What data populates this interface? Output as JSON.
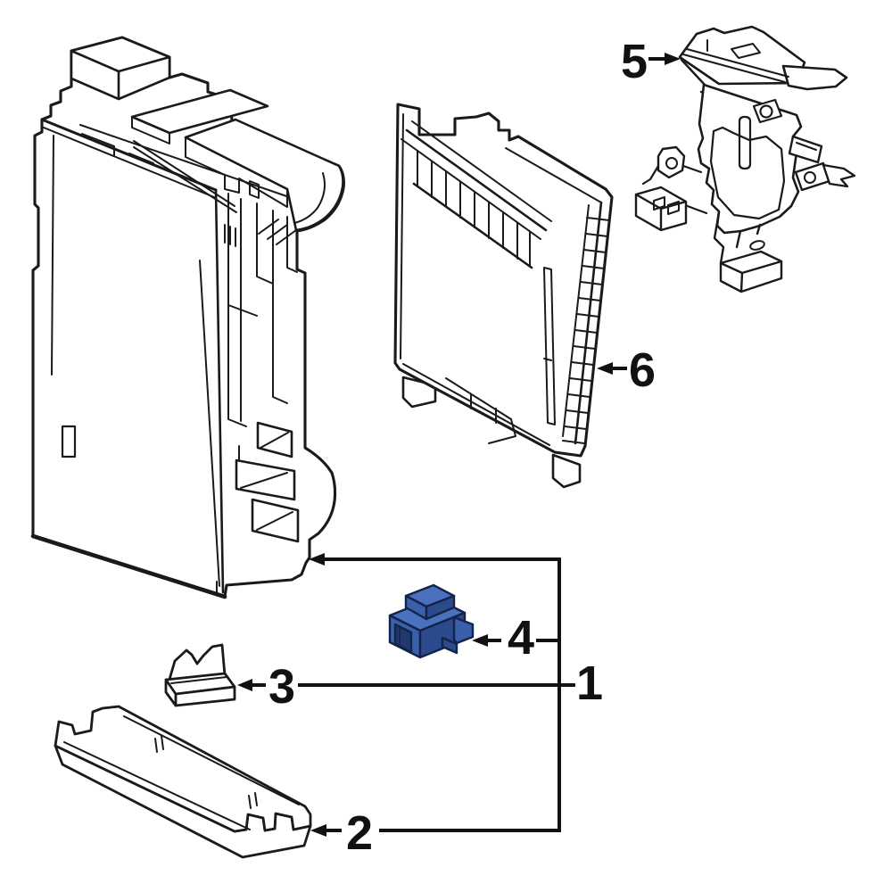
{
  "diagram": {
    "background_color": "#ffffff",
    "line_color": "#1a1a1a",
    "callout": {
      "color": "#111111",
      "labels": [
        "1",
        "2",
        "3",
        "4",
        "5",
        "6"
      ]
    },
    "highlight_part": {
      "callout_label": "4",
      "fill_top": "#4a70c0",
      "fill_front": "#3a60ab",
      "fill_side": "#2c4b8e",
      "fill_hole": "#20386e",
      "outline": "#132448"
    }
  }
}
